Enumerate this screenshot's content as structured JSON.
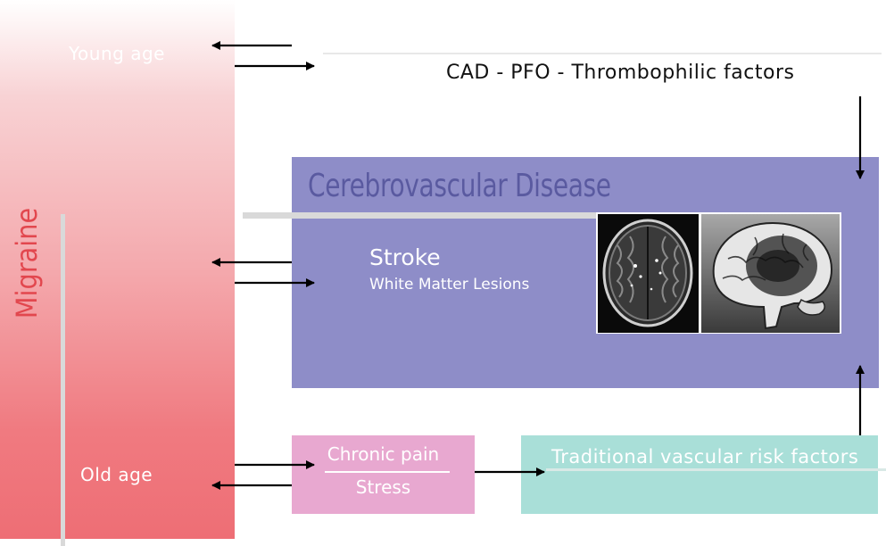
{
  "migraine": {
    "label": "Migraine",
    "young_age": "Young age",
    "old_age": "Old age"
  },
  "top_factors": {
    "text": "CAD - PFO - Thrombophilic factors"
  },
  "cerebrovascular": {
    "title": "Cerebrovascular Disease",
    "stroke": "Stroke",
    "white_matter": "White Matter Lesions"
  },
  "chronic_box": {
    "chronic_pain": "Chronic pain",
    "stress": "Stress"
  },
  "traditional_box": {
    "text": "Traditional vascular risk factors"
  },
  "colors": {
    "migraine_red": "#e2474e",
    "cvd_purple": "#8e8dc8",
    "cvd_title": "#5a5aa0",
    "pain_pink": "#e8a8d0",
    "traditional_teal": "#a9dfd8"
  }
}
